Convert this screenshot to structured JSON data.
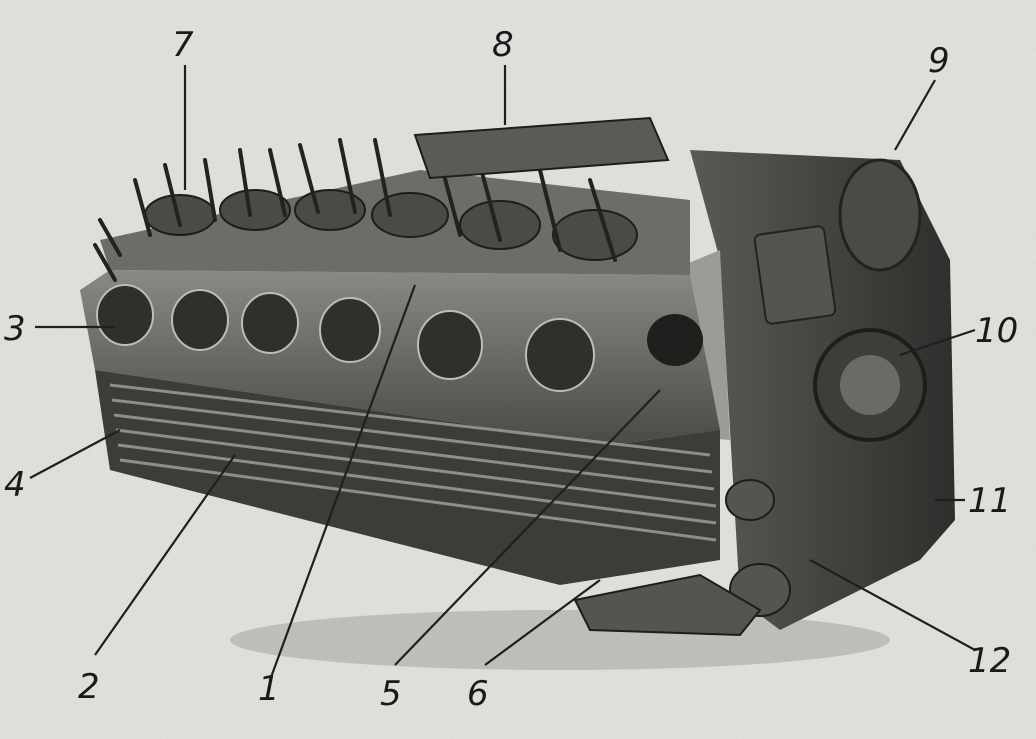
{
  "figure": {
    "subject": "engine-illustration",
    "colors": {
      "background": "#e2e2de",
      "ink": "#1a1a1a",
      "metal_dark": "#3a3a38",
      "metal_mid": "#7d7d78",
      "metal_light": "#b9b9b3"
    },
    "callouts": [
      {
        "id": "c1",
        "label": "1"
      },
      {
        "id": "c2",
        "label": "2"
      },
      {
        "id": "c3",
        "label": "3"
      },
      {
        "id": "c4",
        "label": "4"
      },
      {
        "id": "c5",
        "label": "5"
      },
      {
        "id": "c6",
        "label": "6"
      },
      {
        "id": "c7",
        "label": "7"
      },
      {
        "id": "c8",
        "label": "8"
      },
      {
        "id": "c9",
        "label": "9"
      },
      {
        "id": "c10",
        "label": "10"
      },
      {
        "id": "c11",
        "label": "11"
      },
      {
        "id": "c12",
        "label": "12"
      }
    ]
  }
}
